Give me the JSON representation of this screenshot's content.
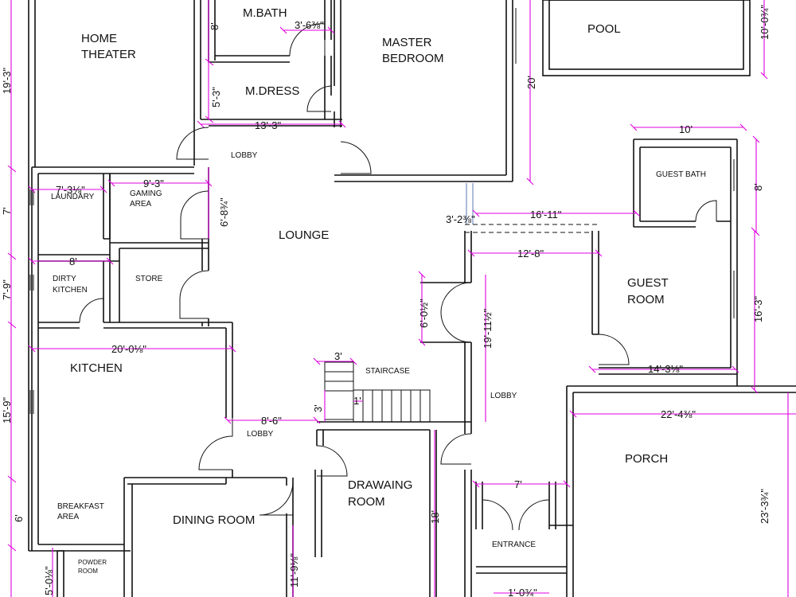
{
  "rooms": {
    "home_theater_1": "HOME",
    "home_theater_2": "THEATER",
    "m_bath": "M.BATH",
    "m_dress": "M.DRESS",
    "master_bedroom_1": "MASTER",
    "master_bedroom_2": "BEDROOM",
    "pool": "POOL",
    "lobby_top": "LOBBY",
    "guest_bath": "GUEST BATH",
    "laundary": "LAUNDARY",
    "gaming_area_1": "GAMING",
    "gaming_area_2": "AREA",
    "lounge": "LOUNGE",
    "dirty_kitchen_1": "DIRTY",
    "dirty_kitchen_2": "KITCHEN",
    "store": "STORE",
    "guest_room_1": "GUEST",
    "guest_room_2": "ROOM",
    "kitchen": "KITCHEN",
    "staircase": "STAIRCASE",
    "lobby_right": "LOBBY",
    "lobby_mid": "LOBBY",
    "porch": "PORCH",
    "drawing_room_1": "DRAWAING",
    "drawing_room_2": "ROOM",
    "breakfast_area_1": "BREAKFAST",
    "breakfast_area_2": "AREA",
    "dining_room": "DINING ROOM",
    "entrance": "ENTRANCE",
    "powder_room_1": "POWDER",
    "powder_room_2": "ROOM"
  },
  "dimensions": {
    "ht_height": "19'-3\"",
    "laundry_h": "7'",
    "dirty_h": "7'-9\"",
    "kitchen_h": "15'-9\"",
    "breakfast_h": "6'",
    "powder_h": "5'-0⅛\"",
    "mbath_h": "8'",
    "mdress_h": "5'-3\"",
    "mbath_door": "3'-6⅜\"",
    "lobby_w": "13'-3\"",
    "master_h": "20'",
    "pool_h": "10'-0¾\"",
    "guest_bath_w": "10'",
    "guest_bath_h": "8'",
    "laundry_w": "7'-3⅛\"",
    "gaming_w": "9'-3\"",
    "gaming_h": "6'-8¾\"",
    "dirty_w": "8'",
    "kitchen_w": "20'-0⅛\"",
    "corridor_w": "3'-2⅜\"",
    "guest_corr_w": "16'-11\"",
    "guest_room_w": "12'-8\"",
    "guest_room_h": "16'-3\"",
    "lobby_door_h": "6'-0½\"",
    "lobby_h": "19'-11½\"",
    "guest_bottom_w": "14'-3⅛\"",
    "porch_w": "22'-4⅜\"",
    "porch_h": "23'-3¾\"",
    "stair_w": "3'",
    "stair_h": "3'",
    "stair_tread": "1'",
    "lobby_mid_w": "8'-6\"",
    "drawing_h": "18'",
    "dining_h": "11'-9⅛\"",
    "entrance_w": "7'",
    "entrance_bottom": "1'-0¾\""
  }
}
